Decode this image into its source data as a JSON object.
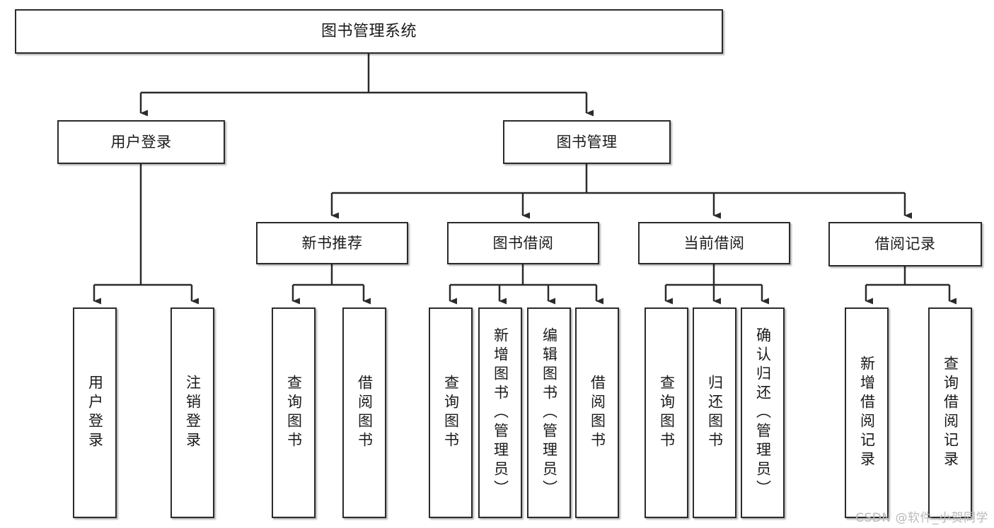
{
  "diagram": {
    "title": "图书管理系统",
    "type": "hierarchy-tree",
    "watermark": "CSDN @软件_小贺同学",
    "colors": {
      "stroke": "#2b2b2b",
      "fill": "#ffffff",
      "text": "#1a1a1a",
      "watermark": "#b9b9b9"
    },
    "levels": {
      "root": "图书管理系统",
      "level2": [
        "用户登录",
        "图书管理"
      ],
      "level3": [
        "新书推荐",
        "图书借阅",
        "当前借阅",
        "借阅记录"
      ]
    },
    "nodes": {
      "root": {
        "label": "图书管理系统"
      },
      "user_login": {
        "label": "用户登录"
      },
      "book_mgmt": {
        "label": "图书管理"
      },
      "new_book_rec": {
        "label": "新书推荐"
      },
      "book_borrow": {
        "label": "图书借阅"
      },
      "current_borrow": {
        "label": "当前借阅"
      },
      "borrow_record": {
        "label": "借阅记录"
      },
      "leaf_user_login": {
        "label": "用户登录"
      },
      "leaf_logout": {
        "label": "注销登录"
      },
      "leaf_query_book_1": {
        "label": "查询图书"
      },
      "leaf_borrow_book_1": {
        "label": "借阅图书"
      },
      "leaf_query_book_2": {
        "label": "查询图书"
      },
      "leaf_add_book": {
        "label": "新增图书（管理员）"
      },
      "leaf_edit_book": {
        "label": "编辑图书（管理员）"
      },
      "leaf_borrow_book_2": {
        "label": "借阅图书"
      },
      "leaf_query_book_3": {
        "label": "查询图书"
      },
      "leaf_return_book": {
        "label": "归还图书"
      },
      "leaf_confirm_return": {
        "label": "确认归还（管理员）"
      },
      "leaf_add_record": {
        "label": "新增借阅记录"
      },
      "leaf_query_record": {
        "label": "查询借阅记录"
      }
    },
    "edges": [
      {
        "from": "root",
        "to": "用户登录"
      },
      {
        "from": "root",
        "to": "图书管理"
      },
      {
        "from": "用户登录",
        "to": "用户登录(leaf)"
      },
      {
        "from": "用户登录",
        "to": "注销登录"
      },
      {
        "from": "图书管理",
        "to": "新书推荐"
      },
      {
        "from": "图书管理",
        "to": "图书借阅"
      },
      {
        "from": "图书管理",
        "to": "当前借阅"
      },
      {
        "from": "图书管理",
        "to": "借阅记录"
      },
      {
        "from": "新书推荐",
        "to": "查询图书"
      },
      {
        "from": "新书推荐",
        "to": "借阅图书"
      },
      {
        "from": "图书借阅",
        "to": "查询图书"
      },
      {
        "from": "图书借阅",
        "to": "新增图书（管理员）"
      },
      {
        "from": "图书借阅",
        "to": "编辑图书（管理员）"
      },
      {
        "from": "图书借阅",
        "to": "借阅图书"
      },
      {
        "from": "当前借阅",
        "to": "查询图书"
      },
      {
        "from": "当前借阅",
        "to": "归还图书"
      },
      {
        "from": "当前借阅",
        "to": "确认归还（管理员）"
      },
      {
        "from": "借阅记录",
        "to": "新增借阅记录"
      },
      {
        "from": "借阅记录",
        "to": "查询借阅记录"
      }
    ]
  }
}
